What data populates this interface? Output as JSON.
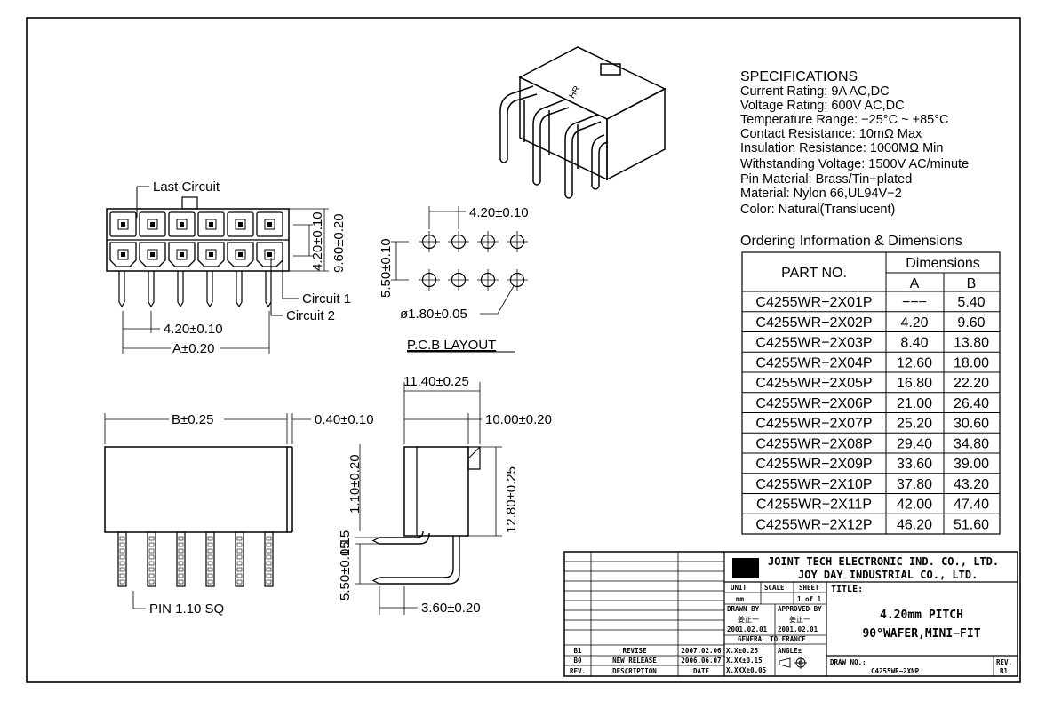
{
  "specifications": {
    "heading": "SPECIFICATIONS",
    "lines": [
      "Current Rating: 9A AC,DC",
      "Voltage Rating: 600V AC,DC",
      "Temperature Range: −25°C ~ +85°C",
      "Contact Resistance: 10mΩ Max",
      "Insulation Resistance: 1000MΩ Min",
      "Withstanding Voltage: 1500V AC/minute",
      "Pin Material: Brass/Tin−plated",
      "Material: Nylon 66,UL94V−2",
      "Color: Natural(Translucent)"
    ]
  },
  "ordering": {
    "heading": "Ordering Information & Dimensions",
    "col_part": "PART NO.",
    "col_dims": "Dimensions",
    "col_a": "A",
    "col_b": "B",
    "rows": [
      {
        "part": "C4255WR−2X01P",
        "a": "−−−",
        "b": "5.40"
      },
      {
        "part": "C4255WR−2X02P",
        "a": "4.20",
        "b": "9.60"
      },
      {
        "part": "C4255WR−2X03P",
        "a": "8.40",
        "b": "13.80"
      },
      {
        "part": "C4255WR−2X04P",
        "a": "12.60",
        "b": "18.00"
      },
      {
        "part": "C4255WR−2X05P",
        "a": "16.80",
        "b": "22.20"
      },
      {
        "part": "C4255WR−2X06P",
        "a": "21.00",
        "b": "26.40"
      },
      {
        "part": "C4255WR−2X07P",
        "a": "25.20",
        "b": "30.60"
      },
      {
        "part": "C4255WR−2X08P",
        "a": "29.40",
        "b": "34.80"
      },
      {
        "part": "C4255WR−2X09P",
        "a": "33.60",
        "b": "39.00"
      },
      {
        "part": "C4255WR−2X10P",
        "a": "37.80",
        "b": "43.20"
      },
      {
        "part": "C4255WR−2X11P",
        "a": "42.00",
        "b": "47.40"
      },
      {
        "part": "C4255WR−2X12P",
        "a": "46.20",
        "b": "51.60"
      }
    ]
  },
  "front_view": {
    "last_circuit": "Last Circuit",
    "circuit_1": "Circuit 1",
    "circuit_2": "Circuit 2",
    "dim_pitch": "4.20±0.10",
    "dim_a": "A±0.20",
    "dim_row": "4.20±0.10",
    "dim_height": "9.60±0.20"
  },
  "pcb": {
    "dim_pitch": "4.20±0.10",
    "dim_row": "5.50±0.10",
    "dim_hole": "ø1.80±0.05",
    "caption": "P.C.B LAYOUT"
  },
  "bottom_view": {
    "dim_b": "B±0.25",
    "dim_gap": "0.40±0.10",
    "pin_label": "PIN 1.10 SQ"
  },
  "side_view": {
    "dim_depth": "11.40±0.25",
    "dim_depth2": "10.00±0.20",
    "dim_1_10": "1.10±0.20",
    "dim_12_80": "12.80±0.25",
    "dim_0_15": "0.15",
    "dim_5_50": "5.50±0.15",
    "dim_3_60": "3.60±0.20"
  },
  "title_block": {
    "company1": "JOINT TECH ELECTRONIC IND. CO., LTD.",
    "company2": "JOY DAY INDUSTRIAL CO., LTD.",
    "unit_label": "UNIT",
    "unit_value": "mm",
    "scale_label": "SCALE",
    "sheet_label": "SHEET",
    "sheet_value": "1 of 1",
    "drawn_by_label": "DRAWN BY",
    "drawn_by_name": "姜正一",
    "drawn_date": "2001.02.01",
    "approved_by_label": "APPROVED BY",
    "approved_by_name": "姜正一",
    "approved_date": "2001.02.01",
    "general_tolerance": "GENERAL TOLERANCE",
    "tol_1": "X.X±0.25",
    "tol_2": "X.XX±0.15",
    "tol_3": "X.XXX±0.05",
    "angle_label": "ANGLE±",
    "title_label": "TITLE:",
    "title_line1": "4.20mm PITCH",
    "title_line2": "90°WAFER,MINI−FIT",
    "drawno_label": "DRAW NO.:",
    "drawno_value": "C4255WR−2XNP",
    "rev_label": "REV.",
    "rev_value": "B1",
    "revisions": [
      {
        "rev": "B1",
        "desc": "REVISE",
        "date": "2007.02.06"
      },
      {
        "rev": "B0",
        "desc": "NEW RELEASE",
        "date": "2006.06.07"
      }
    ],
    "col_rev": "REV.",
    "col_desc": "DESCRIPTION",
    "col_date": "DATE"
  }
}
